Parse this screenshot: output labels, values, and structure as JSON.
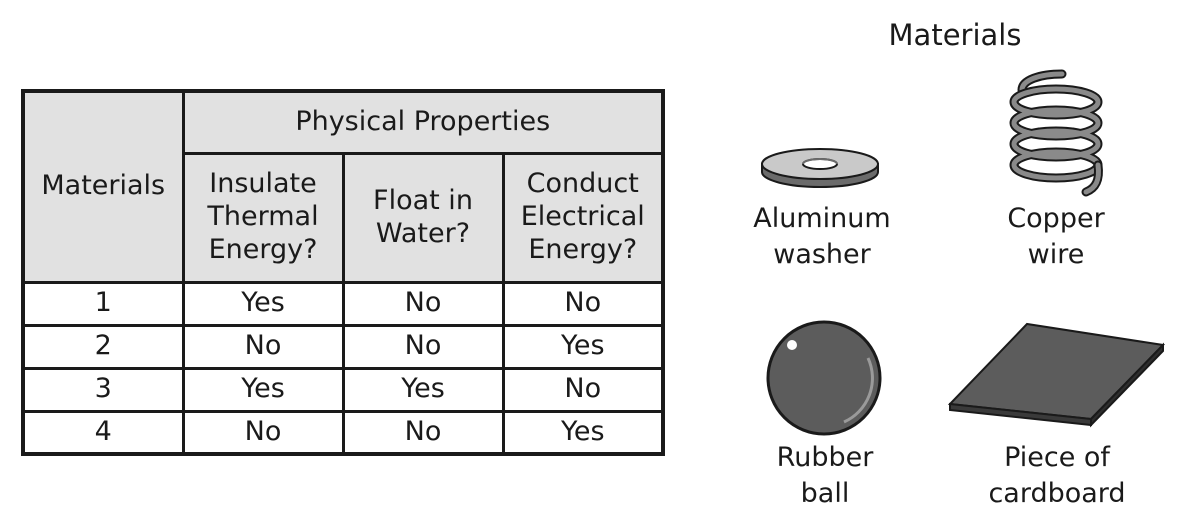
{
  "table": {
    "corner_header": "Materials",
    "group_header": "Physical Properties",
    "columns": [
      "Insulate\nThermal\nEnergy?",
      "Float in\nWater?",
      "Conduct\nElectrical\nEnergy?"
    ],
    "rows": [
      {
        "material": "1",
        "values": [
          "Yes",
          "No",
          "No"
        ]
      },
      {
        "material": "2",
        "values": [
          "No",
          "No",
          "Yes"
        ]
      },
      {
        "material": "3",
        "values": [
          "Yes",
          "Yes",
          "No"
        ]
      },
      {
        "material": "4",
        "values": [
          "No",
          "No",
          "Yes"
        ]
      }
    ]
  },
  "materials_panel": {
    "title": "Materials",
    "items": [
      {
        "label": "Aluminum\nwasher",
        "icon": "washer-icon"
      },
      {
        "label": "Copper\nwire",
        "icon": "coil-spring-icon"
      },
      {
        "label": "Rubber\nball",
        "icon": "ball-icon"
      },
      {
        "label": "Piece of\ncardboard",
        "icon": "cardboard-sheet-icon"
      }
    ]
  },
  "colors": {
    "header_fill": "#e1e1e1",
    "border": "#1a1a1a",
    "object_fill": "#5c5c5c"
  }
}
